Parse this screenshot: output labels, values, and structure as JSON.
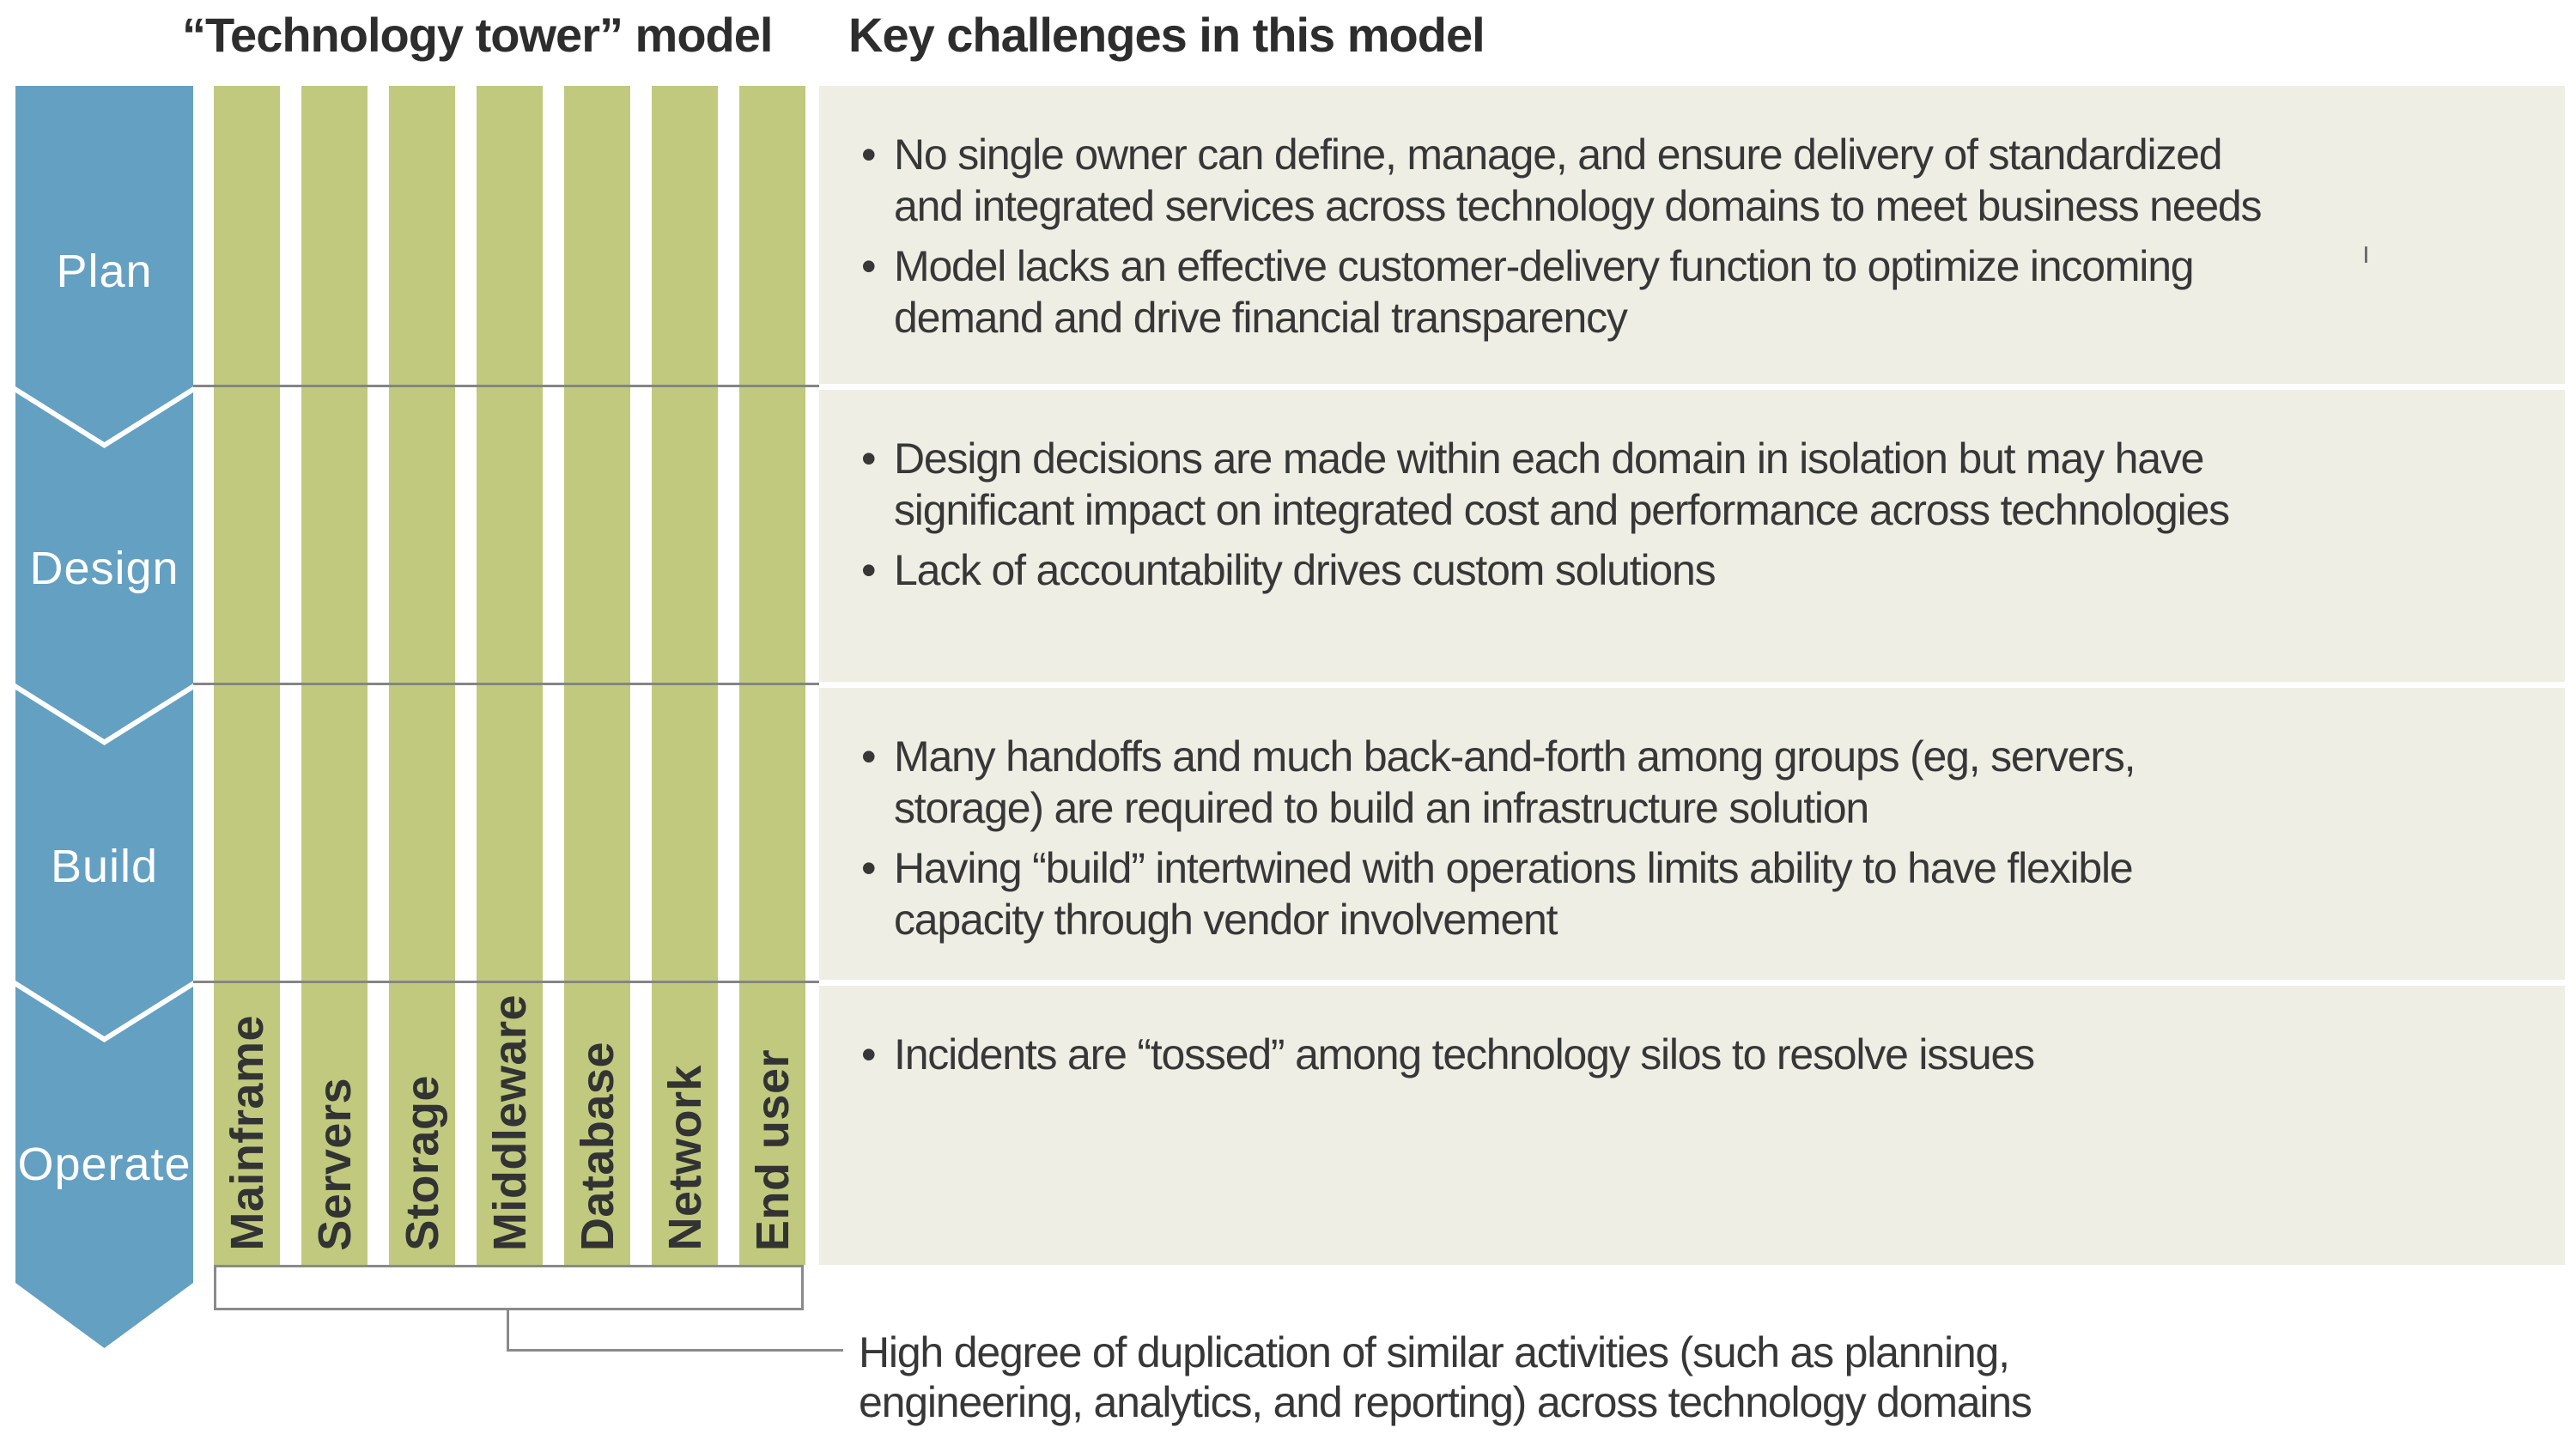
{
  "titles": {
    "model": "“Technology tower” model",
    "challenges": "Key challenges in this model"
  },
  "steps": [
    "Plan",
    "Design",
    "Build",
    "Operate"
  ],
  "towers": [
    "Mainframe",
    "Servers",
    "Storage",
    "Middleware",
    "Database",
    "Network",
    "End user"
  ],
  "sections": [
    {
      "step": "Plan",
      "bullets": [
        "No single owner can define, manage, and ensure delivery of standardized\nand integrated services across technology domains to meet business needs",
        "Model lacks an effective customer-delivery function to optimize incoming\ndemand and drive financial transparency"
      ]
    },
    {
      "step": "Design",
      "bullets": [
        "Design decisions are made within each domain in isolation but may have\nsignificant impact on integrated cost and performance across technologies",
        "Lack of accountability drives custom solutions"
      ]
    },
    {
      "step": "Build",
      "bullets": [
        "Many handoffs and much back-and-forth among groups (eg, servers,\nstorage) are required to build an infrastructure solution",
        "Having “build” intertwined with operations limits ability to have flexible\ncapacity through vendor involvement"
      ]
    },
    {
      "step": "Operate",
      "bullets": [
        "Incidents are “tossed” among technology silos to resolve issues"
      ]
    }
  ],
  "footnote": "High degree of duplication of similar activities (such as planning,\nengineering, analytics, and reporting) across technology domains",
  "colors": {
    "process_blue": "#64A0C2",
    "tower_green": "#C0C97E",
    "panel_beige": "#EFEEE4",
    "line_gray": "#858585",
    "text_dark": "#373737"
  }
}
